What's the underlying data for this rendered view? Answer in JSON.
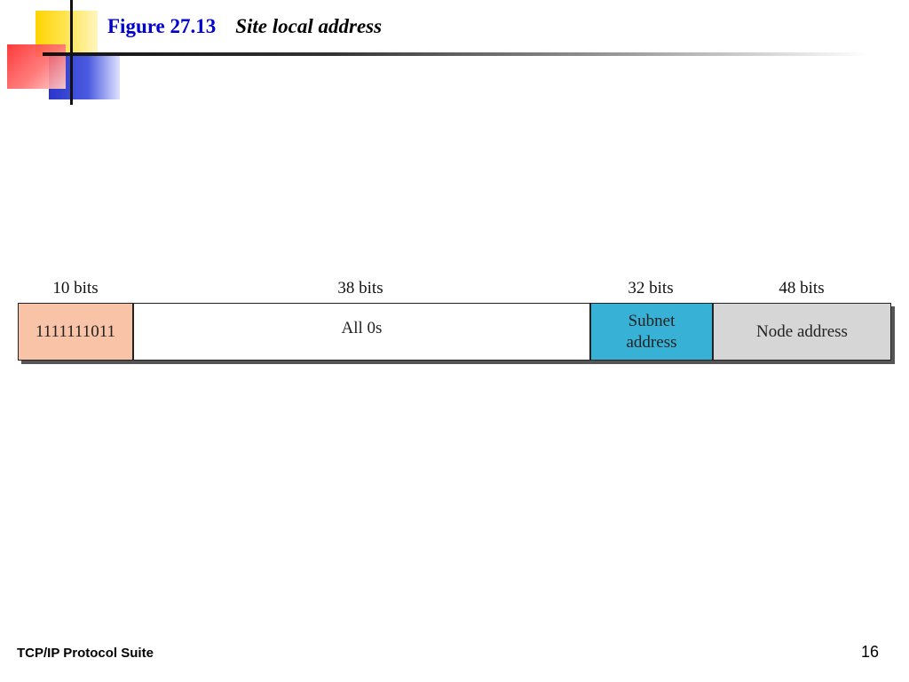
{
  "slide": {
    "figure_number": "Figure 27.13",
    "figure_caption": "Site local address"
  },
  "diagram": {
    "fields": [
      {
        "bits_label": "10 bits",
        "content": "1111111011",
        "color": "#f9c3a7"
      },
      {
        "bits_label": "38 bits",
        "content": "All 0s",
        "color": "#ffffff"
      },
      {
        "bits_label": "32 bits",
        "content_line1": "Subnet",
        "content_line2": "address",
        "color": "#37b2d6"
      },
      {
        "bits_label": "48 bits",
        "content": "Node address",
        "color": "#d6d6d6"
      }
    ]
  },
  "footer": {
    "text": "TCP/IP Protocol Suite",
    "page_number": "16"
  }
}
